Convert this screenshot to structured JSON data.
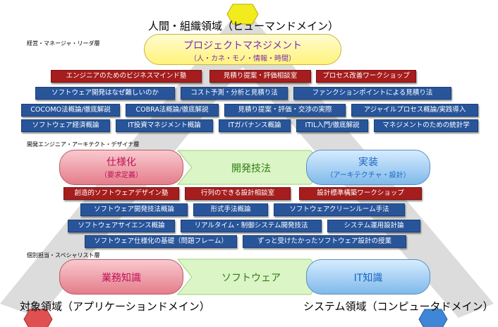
{
  "titles": {
    "top": "人間・組織領域（ヒューマンドメイン）",
    "bottom_left": "対象領域（アプリケーションドメイン）",
    "bottom_right": "システム領域（コンピュータドメイン）"
  },
  "layers": {
    "management": "経営・マネージャ・リーダ層",
    "development": "開発エンジニア・アーキテクト・デザイナ層",
    "specialist": "個別担当・スペシャリスト層"
  },
  "pm": {
    "line1": "プロジェクトマネジメント",
    "line2": "（人・カネ・モノ・情報・時間）"
  },
  "dev_row": {
    "spec": {
      "line1": "仕様化",
      "line2": "（要求定義）"
    },
    "method": "開発技法",
    "impl": {
      "line1": "実装",
      "line2": "（アーキテクチャ・設計）"
    }
  },
  "base_row": {
    "business": "業務知識",
    "software": "ソフトウェア",
    "it": "IT知識"
  },
  "courses": {
    "mgmt_red": [
      "エンジニアのためのビジネスマインド塾",
      "見積り提案・評価相談室",
      "プロセス改善ワークショップ"
    ],
    "mgmt_blue_1": [
      "ソフトウェア開発はなぜ難しいのか",
      "コスト予測・分析と見積り法",
      "ファンクションポイントによる見積り法"
    ],
    "mgmt_blue_2": [
      "COCOMO法概論/徹底解説",
      "COBRA法概論/徹底解説",
      "見積り提案・評価・交渉の実際",
      "アジャイルプロセス概論/実践導入"
    ],
    "mgmt_blue_3": [
      "ソフトウェア経済概論",
      "IT投資マネジメント概論",
      "ITガバナンス概論",
      "ITIL入門/徹底解説",
      "マネジメントのための統計学"
    ],
    "dev_red": [
      "創造的ソフトウェアデザイン塾",
      "行列のできる設計相談室",
      "設計標準構築ワークショップ"
    ],
    "dev_blue_1": [
      "ソフトウェア開発技法概論",
      "形式手法概論",
      "ソフトウェアクリーンルーム手法"
    ],
    "dev_blue_2": [
      "ソフトウェアサイエンス概論",
      "リアルタイム・制御システム開発技法",
      "システム運用設計論"
    ],
    "dev_blue_3": [
      "ソフトウェア仕様化の基礎（問題フレーム）",
      "ずっと受けたかったソフトウェア設計の授業"
    ]
  },
  "colors": {
    "course_blue": "#28559a",
    "course_red": "#a51d1d",
    "pm_text": "#7b2bb0",
    "spec_text": "#c0125a",
    "method_text": "#2e7d12",
    "impl_text": "#1a66c2",
    "hex_top": "#f2ec1f",
    "hex_left": "#e05050",
    "hex_right": "#3f86d6"
  }
}
